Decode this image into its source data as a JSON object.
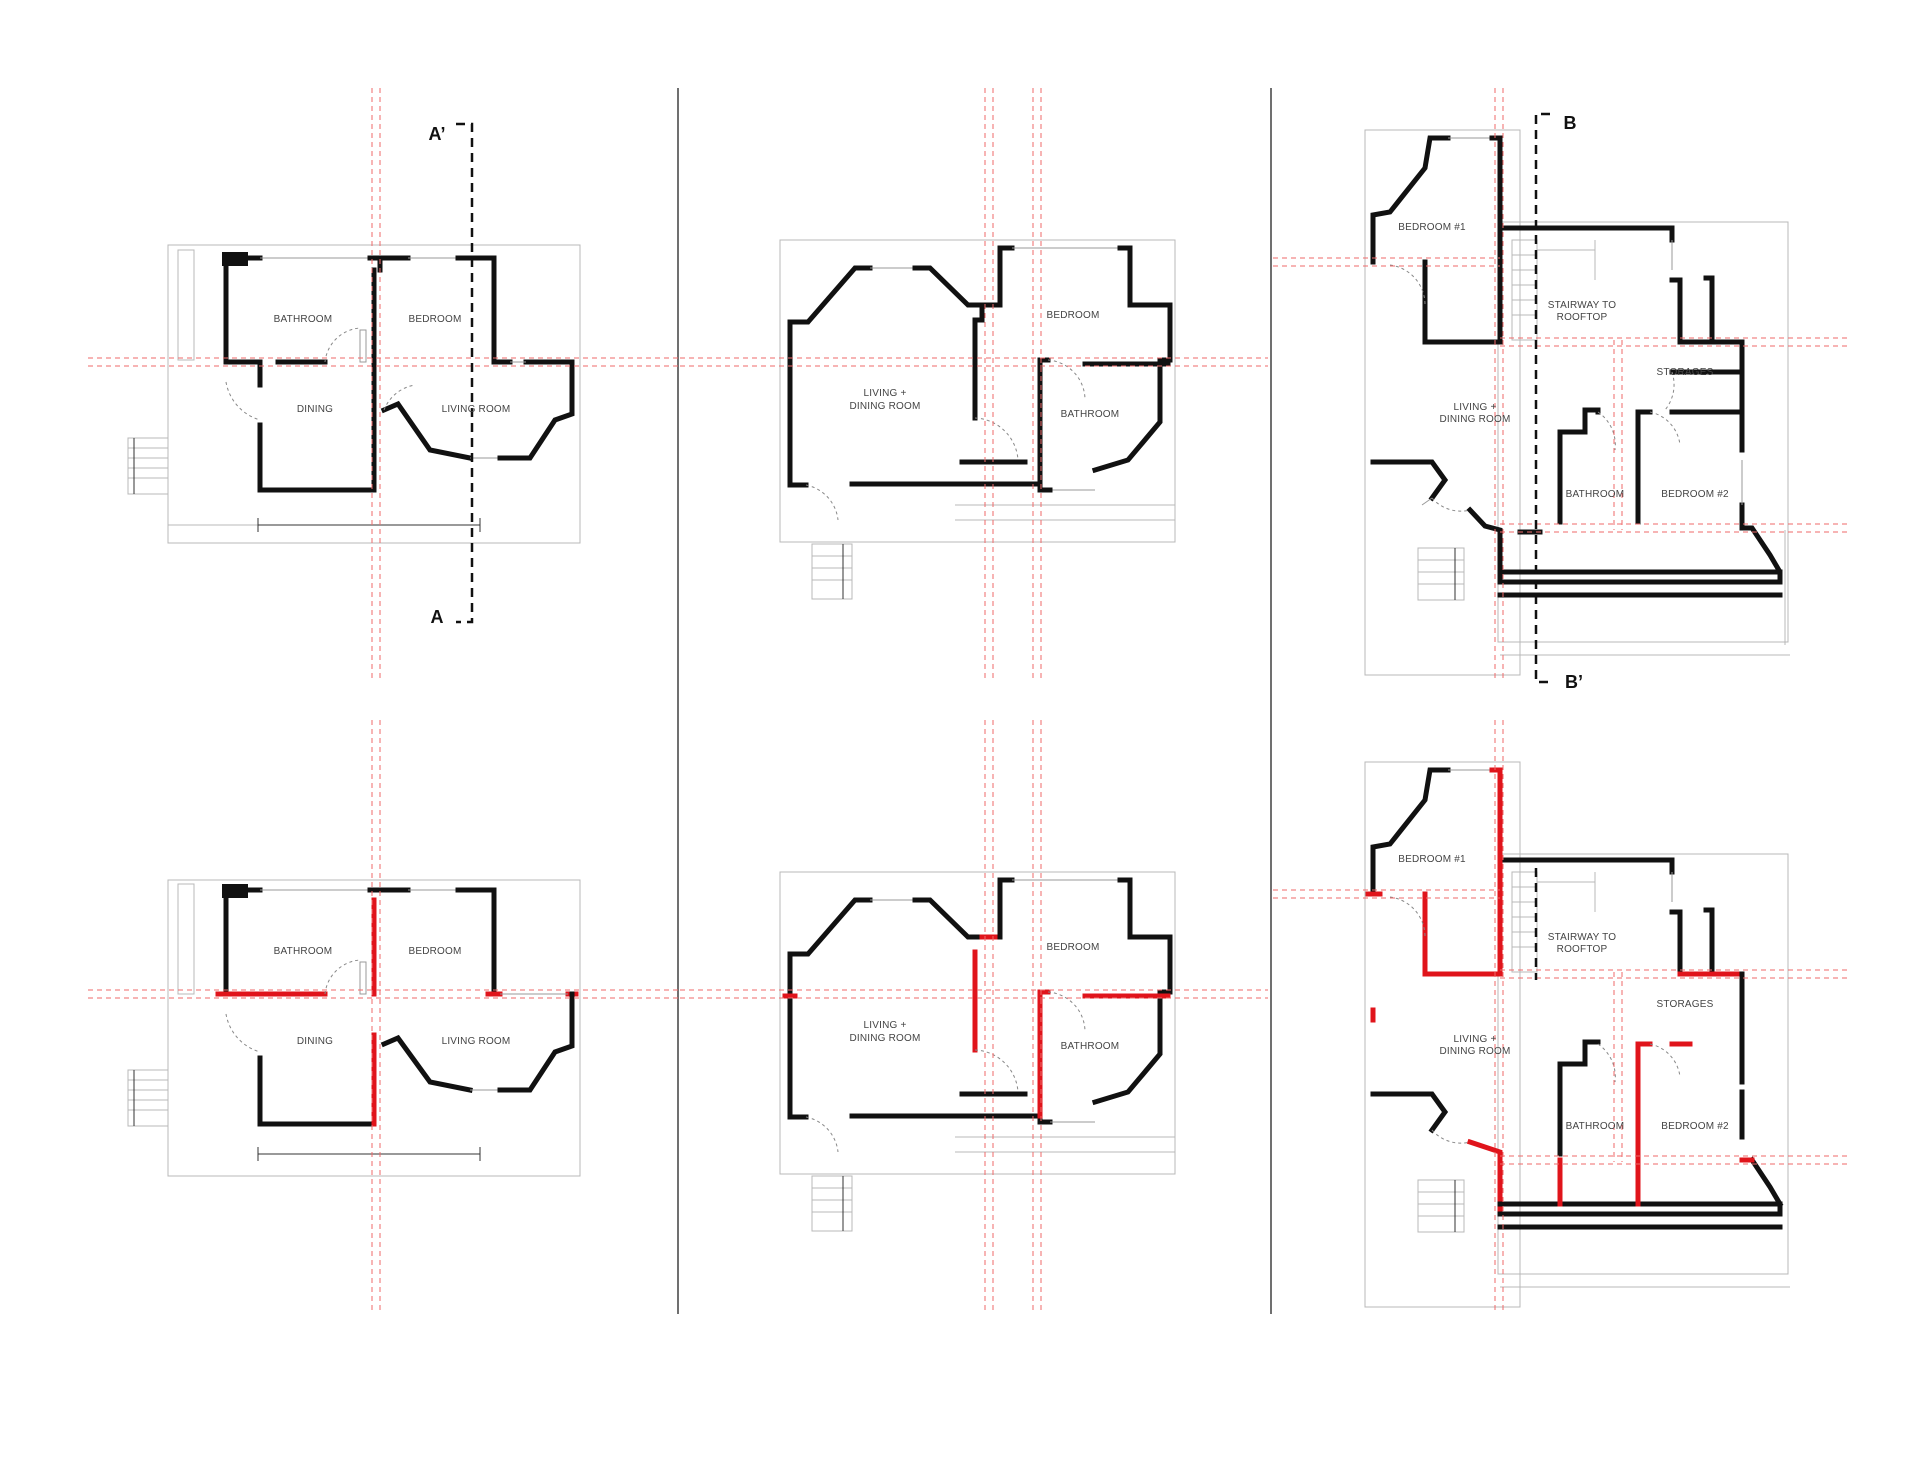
{
  "panel_1": {
    "rooms": [
      "BATHROOM",
      "BEDROOM",
      "DINING",
      "LIVING ROOM"
    ],
    "section_top": "A’",
    "section_bottom": "A"
  },
  "panel_2": {
    "rooms": [
      "BEDROOM",
      "LIVING +",
      "DINING ROOM",
      "BATHROOM"
    ]
  },
  "panel_3": {
    "rooms": [
      "BEDROOM #1",
      "STAIRWAY TO",
      "ROOFTOP",
      "STORAGES",
      "LIVING +",
      "DINING ROOM",
      "BATHROOM",
      "BEDROOM #2"
    ],
    "section_top": "B",
    "section_bottom": "B’"
  },
  "panel_4": {
    "rooms": [
      "BATHROOM",
      "BEDROOM",
      "DINING",
      "LIVING ROOM"
    ]
  },
  "panel_5": {
    "rooms": [
      "BEDROOM",
      "LIVING +",
      "DINING ROOM",
      "BATHROOM"
    ]
  },
  "panel_6": {
    "rooms": [
      "BEDROOM #1",
      "STAIRWAY TO",
      "ROOFTOP",
      "STORAGES",
      "LIVING +",
      "DINING ROOM",
      "BATHROOM",
      "BEDROOM #2"
    ]
  },
  "colors": {
    "wall": "#111111",
    "new_wall": "#e0141b",
    "grid": "#ef6a6a",
    "ghost": "#b8b8b8"
  }
}
